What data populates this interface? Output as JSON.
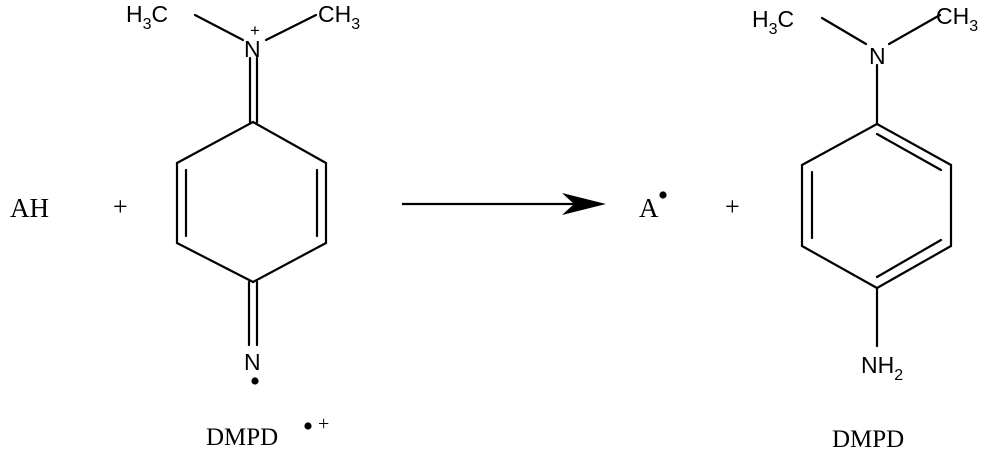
{
  "reactant_left": {
    "label": "AH"
  },
  "plus_1": "+",
  "plus_2": "+",
  "dmpd_radical_cation": {
    "methyl_left_h": "H",
    "methyl_left_sub": "3",
    "methyl_left_c": "C",
    "methyl_right_ch": "CH",
    "methyl_right_sub": "3",
    "nitrogen_top": "N",
    "nitrogen_top_charge": "+",
    "nitrogen_bottom": "N",
    "name": "DMPD",
    "name_charge": "+"
  },
  "product_radical": {
    "label": "A"
  },
  "dmpd": {
    "methyl_left_h": "H",
    "methyl_left_sub": "3",
    "methyl_left_c": "C",
    "methyl_right_ch": "CH",
    "methyl_right_sub": "3",
    "nitrogen": "N",
    "amine_nh": "NH",
    "amine_sub": "2",
    "name": "DMPD"
  }
}
